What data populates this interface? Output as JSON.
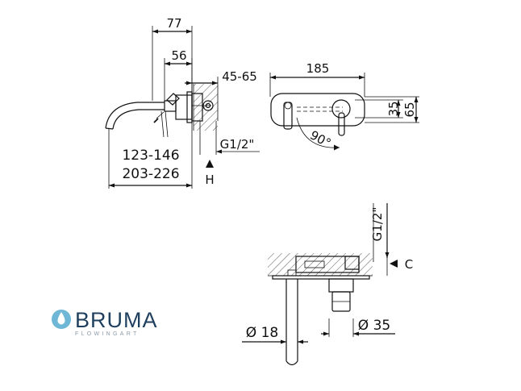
{
  "dimensions": {
    "top_width_77": "77",
    "top_width_56": "56",
    "wall_depth": "45-65",
    "plate_width": "185",
    "plate_height_inner": "35",
    "plate_height_outer": "65",
    "connection_side": "G1/2\"",
    "connection_top": "G1/2\"",
    "spout_length_short": "123-146",
    "spout_length_long": "203-226",
    "rotation": "90°",
    "spout_diameter": "Ø 18",
    "body_diameter": "Ø 35",
    "label_h": "H",
    "label_c": "C"
  },
  "brand": {
    "name": "BRUMA",
    "tagline": "FLOWINGART",
    "color": "#1f3f5e",
    "drop_color": "#6fb7d6"
  },
  "icons": {
    "logo": "water-drop-icon"
  }
}
